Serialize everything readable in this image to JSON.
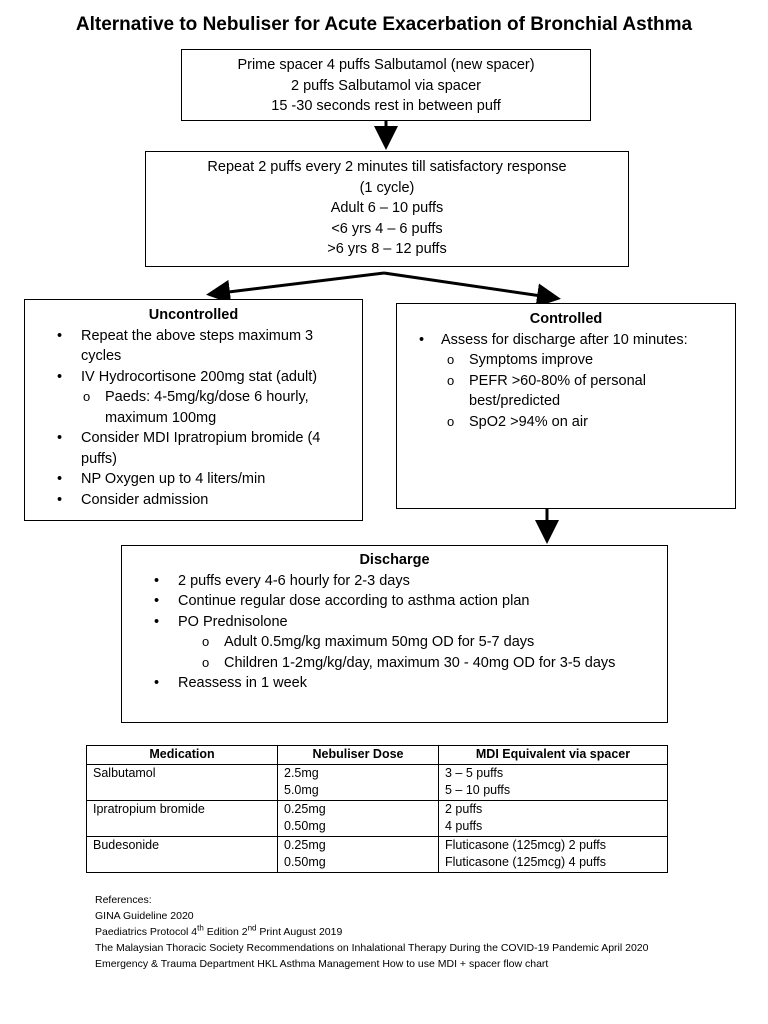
{
  "title": "Alternative to Nebuliser for Acute Exacerbation of Bronchial Asthma",
  "step1": {
    "lines": [
      "Prime spacer 4 puffs Salbutamol (new spacer)",
      "2 puffs Salbutamol via spacer",
      "15 -30 seconds rest in between puff"
    ]
  },
  "step2": {
    "lines": [
      "Repeat 2 puffs every 2 minutes till satisfactory response",
      "(1 cycle)",
      "Adult 6 – 10 puffs",
      "<6 yrs 4 – 6 puffs",
      ">6 yrs 8 – 12 puffs"
    ]
  },
  "uncontrolled": {
    "heading": "Uncontrolled",
    "items": [
      "Repeat the above steps maximum 3 cycles",
      "IV Hydrocortisone 200mg stat (adult)",
      "Paeds: 4-5mg/kg/dose 6 hourly, maximum 100mg",
      "Consider MDI Ipratropium bromide (4 puffs)",
      "NP Oxygen up to 4 liters/min",
      "Consider admission"
    ]
  },
  "controlled": {
    "heading": "Controlled",
    "items": [
      "Assess for discharge after 10 minutes:",
      "Symptoms improve",
      "PEFR >60-80% of personal best/predicted",
      "SpO2 >94% on air"
    ]
  },
  "discharge": {
    "heading": "Discharge",
    "items": [
      "2 puffs every 4-6 hourly for 2-3 days",
      "Continue regular dose according to asthma action plan",
      "PO Prednisolone",
      "Adult 0.5mg/kg maximum 50mg OD for 5-7 days",
      "Children 1-2mg/kg/day, maximum 30 - 40mg OD for 3-5 days",
      "Reassess in 1 week"
    ]
  },
  "table": {
    "headers": [
      "Medication",
      "Nebuliser Dose",
      "MDI Equivalent via spacer"
    ],
    "rows": [
      {
        "medication": "Salbutamol",
        "neb": [
          "2.5mg",
          "5.0mg"
        ],
        "mdi": [
          "3 – 5 puffs",
          "5 – 10 puffs"
        ]
      },
      {
        "medication": "Ipratropium bromide",
        "neb": [
          "0.25mg",
          "0.50mg"
        ],
        "mdi": [
          "2 puffs",
          "4 puffs"
        ]
      },
      {
        "medication": "Budesonide",
        "neb": [
          "0.25mg",
          "0.50mg"
        ],
        "mdi": [
          "Fluticasone (125mcg) 2 puffs",
          "Fluticasone (125mcg) 4 puffs"
        ]
      }
    ]
  },
  "references": {
    "heading": "References:",
    "gina": "GINA Guideline 2020",
    "paeds_a": "Paediatrics Protocol 4",
    "paeds_sup1": "th",
    "paeds_b": " Edition 2",
    "paeds_sup2": "nd",
    "paeds_c": " Print August 2019",
    "mts": "The Malaysian Thoracic Society Recommendations on Inhalational Therapy During the COVID-19 Pandemic April 2020",
    "hkl": "Emergency & Trauma Department HKL Asthma Management How to use MDI + spacer flow chart"
  }
}
